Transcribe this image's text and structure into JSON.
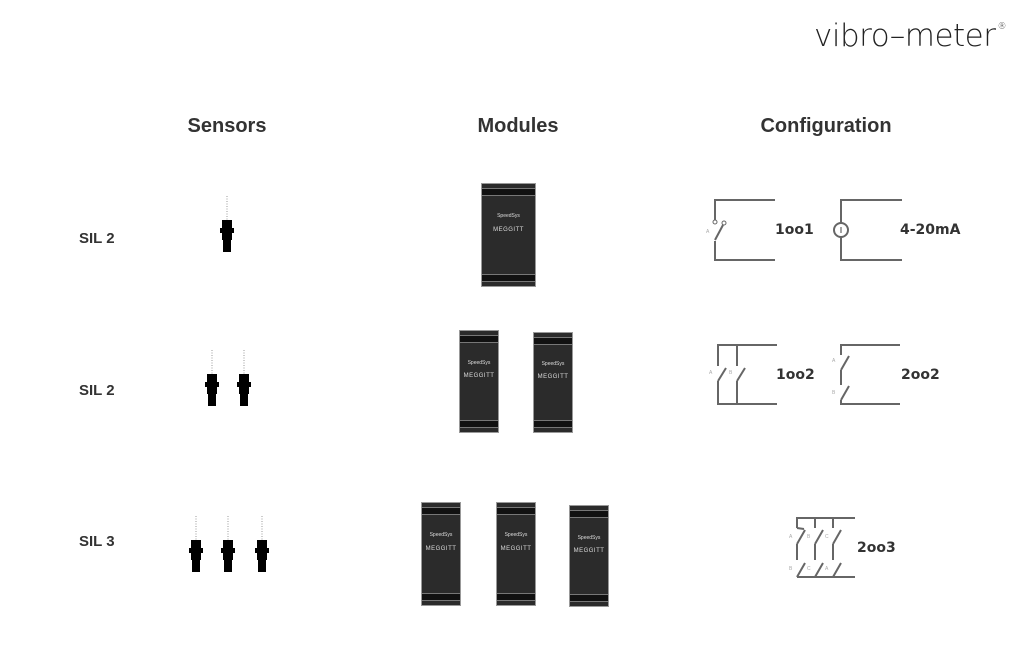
{
  "logo": {
    "text": "vibro–meter",
    "mark": "®"
  },
  "headers": {
    "sensors": "Sensors",
    "modules": "Modules",
    "configuration": "Configuration"
  },
  "rows": [
    {
      "level": "SIL 2",
      "sensors": 1,
      "modules": 1,
      "configs": [
        "1oo1",
        "4-20mA"
      ]
    },
    {
      "level": "SIL 2",
      "sensors": 2,
      "modules": 2,
      "configs": [
        "1oo2",
        "2oo2"
      ]
    },
    {
      "level": "SIL 3",
      "sensors": 3,
      "modules": 3,
      "configs": [
        "2oo3"
      ]
    }
  ],
  "module": {
    "brand": "SpeedSys",
    "maker": "MEGGITT"
  },
  "switch_labels": {
    "a": "A",
    "b": "B",
    "c": "C"
  }
}
